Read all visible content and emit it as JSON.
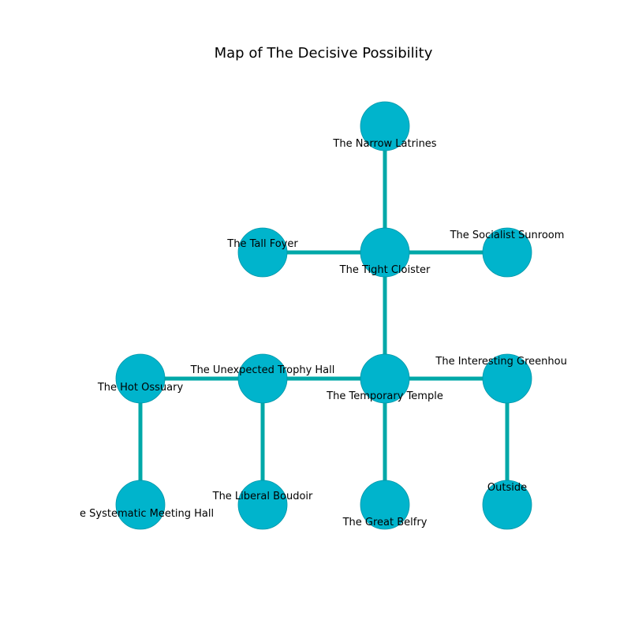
{
  "title": "Map of The Decisive Possibility",
  "colors": {
    "node_fill": "#00b4cc",
    "node_stroke": "#0096a8",
    "edge": "#00a8a8",
    "text": "#000000",
    "background": "#ffffff"
  },
  "nodes": [
    {
      "id": "narrow-latrines",
      "label": "The Narrow Latrines"
    },
    {
      "id": "tall-foyer",
      "label": "The Tall Foyer"
    },
    {
      "id": "tight-cloister",
      "label": "The Tight Cloister"
    },
    {
      "id": "socialist-sunroom",
      "label": "The Socialist Sunroom"
    },
    {
      "id": "hot-ossuary",
      "label": "The Hot Ossuary"
    },
    {
      "id": "unexpected-trophy-hall",
      "label": "The Unexpected Trophy Hall"
    },
    {
      "id": "temporary-temple",
      "label": "The Temporary Temple"
    },
    {
      "id": "interesting-greenhouse",
      "label": "The Interesting Greenhouse"
    },
    {
      "id": "systematic-meeting-hall",
      "label": "The Systematic Meeting Hall"
    },
    {
      "id": "liberal-boudoir",
      "label": "The Liberal Boudoir"
    },
    {
      "id": "great-belfry",
      "label": "The Great Belfry"
    },
    {
      "id": "outside",
      "label": "Outside"
    }
  ],
  "edges": [
    {
      "from": "narrow-latrines",
      "to": "tight-cloister"
    },
    {
      "from": "tall-foyer",
      "to": "tight-cloister"
    },
    {
      "from": "tight-cloister",
      "to": "socialist-sunroom"
    },
    {
      "from": "tight-cloister",
      "to": "temporary-temple"
    },
    {
      "from": "hot-ossuary",
      "to": "unexpected-trophy-hall"
    },
    {
      "from": "unexpected-trophy-hall",
      "to": "temporary-temple"
    },
    {
      "from": "temporary-temple",
      "to": "interesting-greenhouse"
    },
    {
      "from": "hot-ossuary",
      "to": "systematic-meeting-hall"
    },
    {
      "from": "unexpected-trophy-hall",
      "to": "liberal-boudoir"
    },
    {
      "from": "temporary-temple",
      "to": "great-belfry"
    },
    {
      "from": "interesting-greenhouse",
      "to": "outside"
    }
  ]
}
